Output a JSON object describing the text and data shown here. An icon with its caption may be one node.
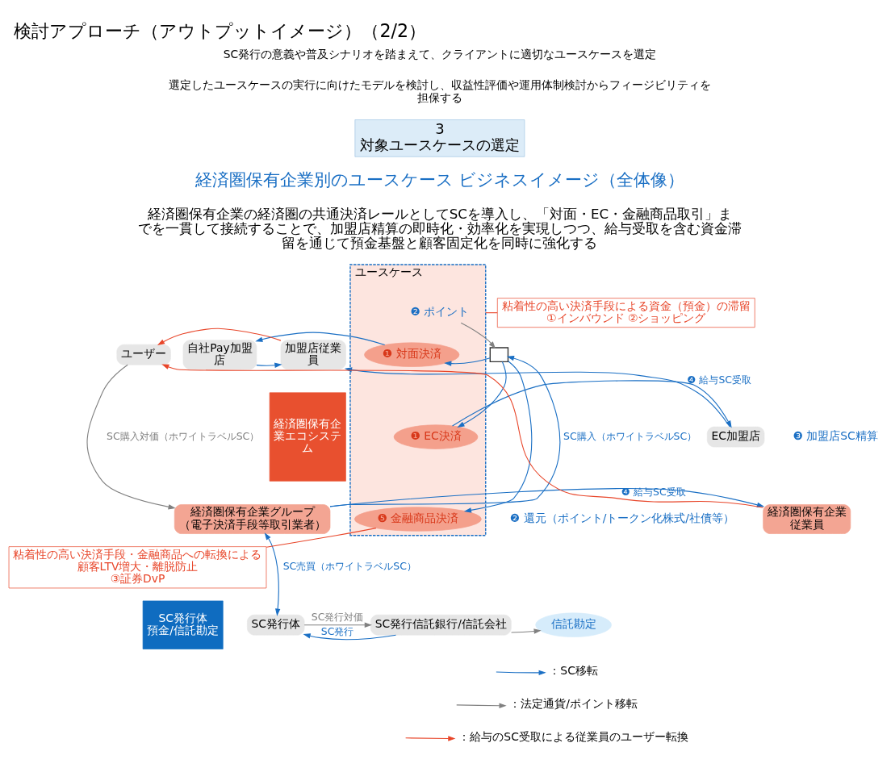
{
  "diagram": {
    "title": "検討アプローチ（アウトプットイメージ）（2/2）",
    "nodes": [
      {
        "text": [
          "3",
          "対象ユースケースの選定"
        ]
      },
      {
        "text": [
          "経済圏保有企業エコシステム"
        ]
      },
      {
        "text": [
          "SC発行体",
          "預金/信託勘定"
        ]
      },
      {
        "text": [
          "ユーザー"
        ]
      },
      {
        "text": [],
        "shape": "box"
      },
      {
        "text": [
          "ユースケース"
        ]
      },
      {
        "text": [
          "❷ ポイント"
        ],
        "in": 5
      },
      {
        "text": [
          "❶ 対面決済"
        ],
        "in": 5
      },
      {
        "text": [
          "❶ EC決済"
        ],
        "in": 5
      },
      {
        "text": [
          "❺ 金融商品決済"
        ],
        "in": 5
      },
      {
        "text": [
          "自社Pay加盟店"
        ]
      },
      {
        "text": [
          "EC加盟店"
        ]
      },
      {
        "text": [
          "加盟店従業員"
        ]
      },
      {
        "text": [
          "経済圏保有企業グループ",
          "（電子決済手段等取引業者）"
        ]
      },
      {
        "text": [
          "経済圏保有企業従業員"
        ]
      },
      {
        "text": [
          "SC発行体"
        ]
      },
      {
        "text": [
          "SC発行信託銀行/信託会社"
        ]
      },
      {
        "text": [
          "信託勘定"
        ]
      },
      {
        "text": [
          "粘着性の高い決済手段による資金（預金）の滞留",
          "①インバウンド ②ショッピング"
        ]
      },
      {
        "text": [
          "粘着性の高い決済手段・金融商品への転換による顧客LTV増大・離脱防止",
          "③証券DvP"
        ]
      }
    ],
    "edges": [
      {
        "from": 6,
        "to": 4,
        "arrow": "to",
        "color": "#808080"
      },
      {
        "from": 12,
        "to": 3,
        "arrow": "to",
        "color": "#e8462a"
      },
      {
        "from": 14,
        "to": 3,
        "arrow": "to",
        "color": "#e8462a"
      },
      {
        "from": 3,
        "to": 13,
        "arrow": "to",
        "color": "#808080",
        "label": "SC購入対価（ホワイトラベルSC）"
      },
      {
        "from": 13,
        "to": 4,
        "arrow": "to",
        "label": "SC購入（ホワイトラベルSC）"
      },
      {
        "from": 4,
        "to": 7,
        "arrow": "to"
      },
      {
        "from": 4,
        "to": 8,
        "arrow": "to"
      },
      {
        "from": 4,
        "to": 9,
        "arrow": "to"
      },
      {
        "from": 7,
        "to": 10,
        "arrow": "to"
      },
      {
        "from": 8,
        "to": 11,
        "arrow": "to"
      },
      {
        "from": 10,
        "to": 12,
        "arrow": "to"
      },
      {
        "from": 11,
        "to": 12,
        "arrow": "to",
        "label": "❹ 給与SC受取"
      },
      {
        "from": 13,
        "to": 14,
        "arrow": "to",
        "label": "❹ 給与SC受取"
      },
      {
        "from": 13,
        "to": 15,
        "arrow": "both",
        "label": "SC売買（ホワイトラベルSC）"
      },
      {
        "from": 15,
        "to": 16,
        "arrow": "to",
        "color": "#808080",
        "label": "SC発行対価"
      },
      {
        "from": 16,
        "to": 15,
        "arrow": "to",
        "label": "SC発行"
      },
      {
        "from": 16,
        "to": 17,
        "arrow": "to",
        "color": "#808080"
      },
      {
        "from": 18,
        "to": 5,
        "arrow": "none",
        "color": "#e8462a"
      },
      {
        "from": 19,
        "to": 9,
        "arrow": "none",
        "color": "#e8462a"
      }
    ],
    "labels": [
      "SC発行の意義や普及シナリオを踏まえて、クライアントに適切なユースケースを選定",
      "選定したユースケースの実行に向けたモデルを検討し、収益性評価や運用体制検討からフィージビリティを担保する",
      "経済圏保有企業別のユースケース ビジネスイメージ（全体像）",
      "経済圏保有企業の経済圏の共通決済レールとしてSCを導入し、「対面・EC・金融商品取引」までを一貫して接続することで、加盟店精算の即時化・効率化を実現しつつ、給与受取を含む資金滞留を通じて預金基盤と顧客固定化を同時に強化する",
      "❸ 加盟店SC精算",
      "❷ 還元（ポイント/トークン化株式/社債等）"
    ],
    "legend": [
      {
        "text": "：SC移転"
      },
      {
        "text": "：法定通貨/ポイント移転"
      },
      {
        "text": "：給与のSC受取による従業員のユーザー転換"
      }
    ]
  }
}
